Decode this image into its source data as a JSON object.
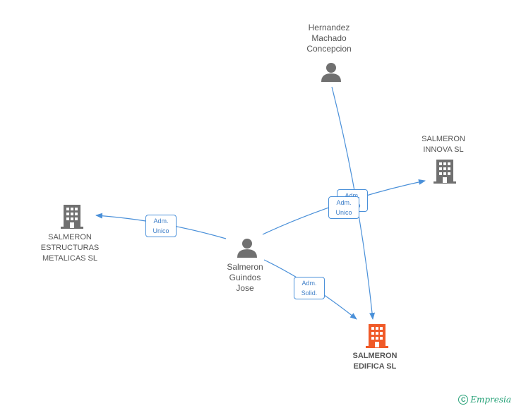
{
  "colors": {
    "edge": "#4a90d9",
    "icon_grey": "#707070",
    "icon_focus": "#f05a28",
    "brand": "#2aa37a"
  },
  "nodes": {
    "hernandez": {
      "label": "Hernandez\nMachado\nConcepcion",
      "icon": "person-icon"
    },
    "salmeron_jose": {
      "label": "Salmeron\nGuindos\nJose",
      "icon": "person-icon"
    },
    "innova": {
      "label": "SALMERON\nINNOVA SL",
      "icon": "building-icon"
    },
    "estructuras": {
      "label": "SALMERON\nESTRUCTURAS\nMETALICAS SL",
      "icon": "building-icon"
    },
    "edifica": {
      "label": "SALMERON\nEDIFICA SL",
      "icon": "building-icon"
    }
  },
  "edges": {
    "jose_estructuras": "Adm.\nUnico",
    "jose_innova": "Adm.\nUnico",
    "hernandez_edifica": "Adm.\nUnico",
    "jose_edifica": "Adm.\nSolid."
  },
  "footer": {
    "copyright_symbol": "C",
    "brand": "Empresia"
  }
}
